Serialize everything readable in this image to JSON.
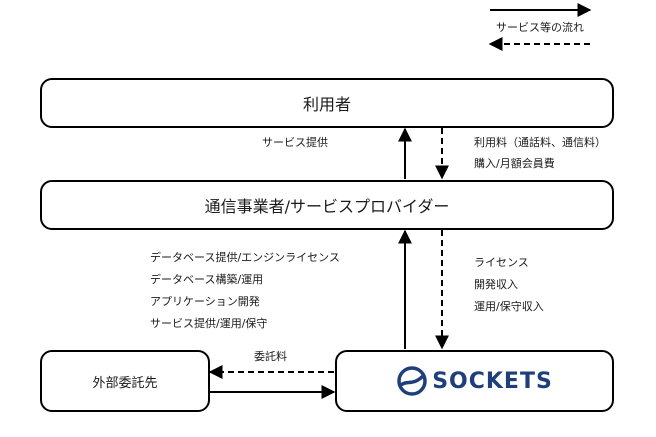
{
  "legend": {
    "label": "サービス等の流れ"
  },
  "nodes": {
    "user": "利用者",
    "provider": "通信事業者/サービスプロバイダー",
    "outsource": "外部委託先",
    "company": "SOCKETS"
  },
  "flows": {
    "service_to_user": "サービス提供",
    "user_to_provider": [
      "利用料（通話料、通信料）",
      "購入/月額会員費"
    ],
    "company_to_provider": [
      "データベース提供/エンジンライセンス",
      "データベース構築/運用",
      "アプリケーション開発",
      "サービス提供/運用/保守"
    ],
    "provider_to_company": [
      "ライセンス",
      "開発収入",
      "運用/保守収入"
    ],
    "company_to_outsource": "委託料"
  },
  "colors": {
    "logo_blue": "#1f3f7a",
    "line": "#000000"
  }
}
